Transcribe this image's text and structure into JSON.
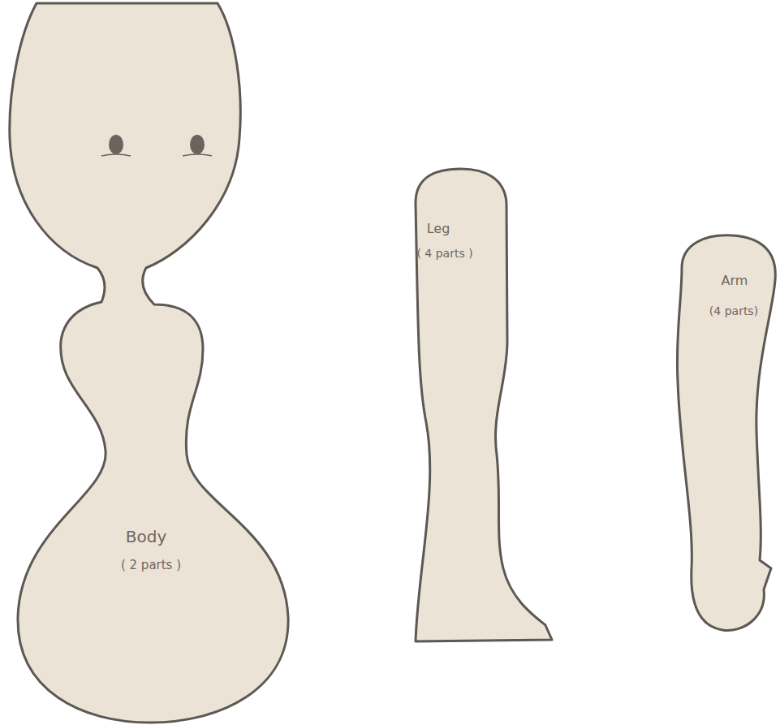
{
  "diagram": {
    "nodes": [
      {
        "text": [
          "Body",
          "( 2 parts )"
        ]
      },
      {
        "text": [
          "Leg",
          "( 4 parts )"
        ]
      },
      {
        "text": [
          "Arm",
          "(4 parts)"
        ]
      }
    ]
  }
}
